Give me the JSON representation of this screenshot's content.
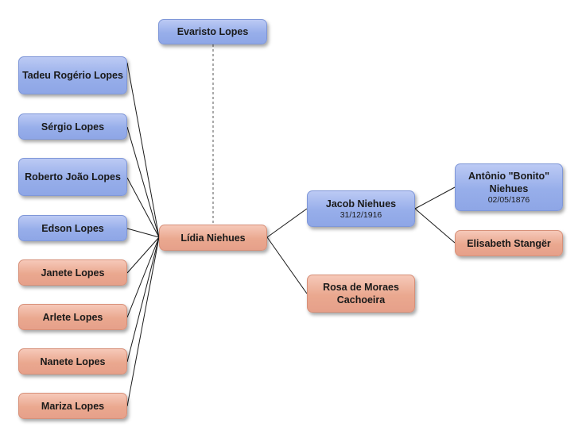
{
  "colors": {
    "male": "#9db2ec",
    "female": "#eba991",
    "line": "#1a1a1a"
  },
  "people": {
    "evaristo": {
      "name": "Evaristo Lopes"
    },
    "tadeu": {
      "name": "Tadeu Rogério Lopes"
    },
    "sergio": {
      "name": "Sérgio Lopes"
    },
    "roberto": {
      "name": "Roberto João Lopes"
    },
    "edson": {
      "name": "Edson Lopes"
    },
    "janete": {
      "name": "Janete Lopes"
    },
    "arlete": {
      "name": "Arlete Lopes"
    },
    "nanete": {
      "name": "Nanete Lopes"
    },
    "mariza": {
      "name": "Mariza Lopes"
    },
    "lidia": {
      "name": "Lídia Niehues"
    },
    "jacob": {
      "name": "Jacob Niehues",
      "date": "31/12/1916"
    },
    "rosa": {
      "name": "Rosa de Moraes Cachoeira"
    },
    "antonio": {
      "name": "Antônio \"Bonito\" Niehues",
      "date": "02/05/1876"
    },
    "elisabeth": {
      "name": "Elisabeth Stangër"
    }
  }
}
